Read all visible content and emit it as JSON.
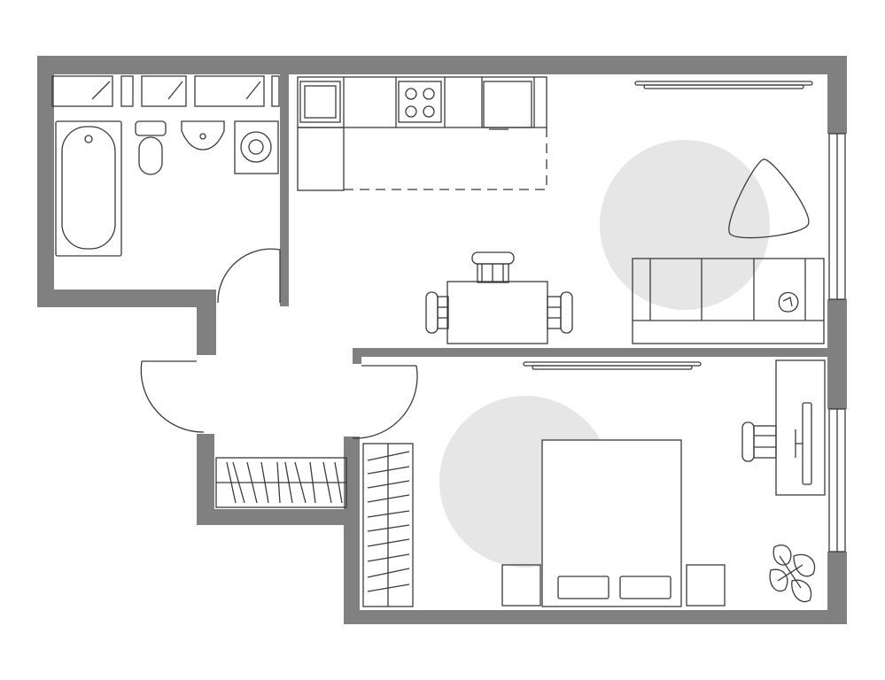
{
  "colors": {
    "background": "#ffffff",
    "wall": "#808080",
    "line": "#3a3a3a",
    "window_pane": "#ffffff",
    "rug": "#e6e6e6"
  },
  "rooms": [
    {
      "name": "bathroom",
      "icons": [
        "bathtub-icon",
        "toilet-icon",
        "sink-icon",
        "washing-machine-icon"
      ]
    },
    {
      "name": "kitchen-living",
      "icons": [
        "kitchen-sink-icon",
        "stove-icon",
        "dining-table-icon",
        "chair-icon",
        "sofa-icon",
        "coffee-table-icon",
        "rug-icon",
        "tv-panel-icon"
      ]
    },
    {
      "name": "hallway",
      "icons": [
        "wardrobe-icon",
        "door-swing-icon"
      ]
    },
    {
      "name": "bedroom",
      "icons": [
        "bed-icon",
        "nightstand-icon",
        "wardrobe-icon",
        "desk-icon",
        "chair-icon",
        "monitor-icon",
        "plant-icon",
        "rug-icon",
        "tv-panel-icon"
      ]
    }
  ]
}
